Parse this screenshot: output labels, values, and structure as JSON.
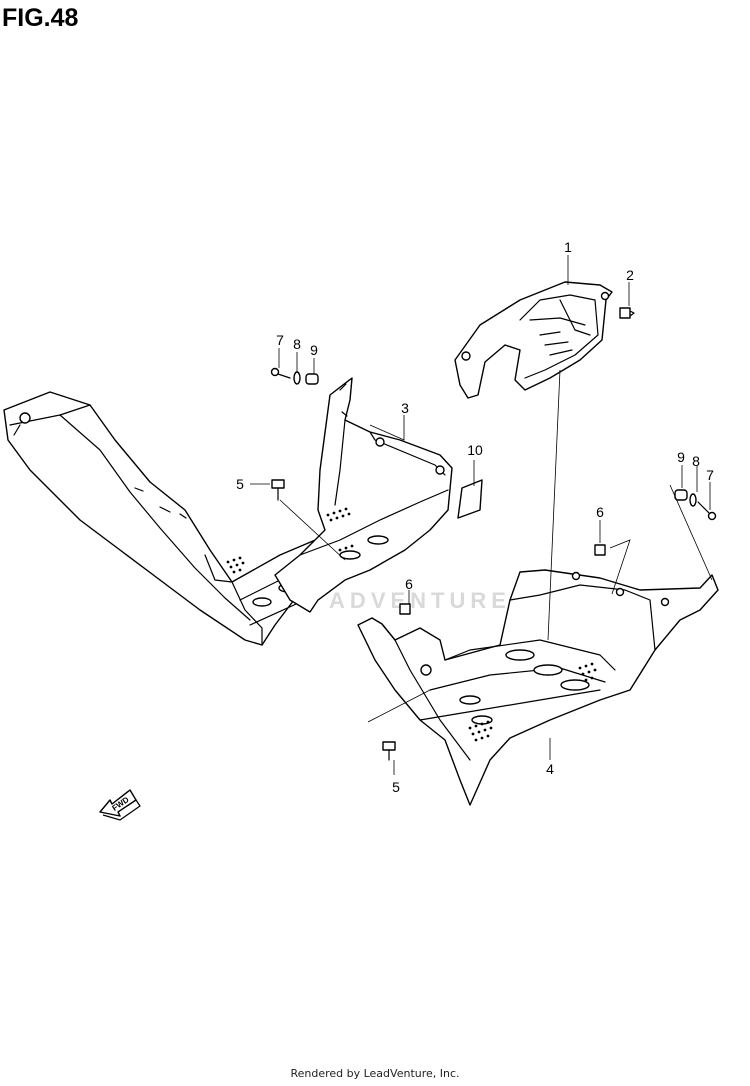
{
  "figure": {
    "title": "FIG.48",
    "footer": "Rendered by LeadVenture, Inc.",
    "watermark": "ADVENTURE"
  },
  "callouts": [
    {
      "id": "c-1",
      "label": "1"
    },
    {
      "id": "c-2",
      "label": "2"
    },
    {
      "id": "c-3",
      "label": "3"
    },
    {
      "id": "c-4",
      "label": "4"
    },
    {
      "id": "c-5a",
      "label": "5"
    },
    {
      "id": "c-5b",
      "label": "5"
    },
    {
      "id": "c-6a",
      "label": "6"
    },
    {
      "id": "c-6b",
      "label": "6"
    },
    {
      "id": "c-7a",
      "label": "7"
    },
    {
      "id": "c-7b",
      "label": "7"
    },
    {
      "id": "c-8a",
      "label": "8"
    },
    {
      "id": "c-8b",
      "label": "8"
    },
    {
      "id": "c-9a",
      "label": "9"
    },
    {
      "id": "c-9b",
      "label": "9"
    },
    {
      "id": "c-10",
      "label": "10"
    }
  ],
  "direction_arrow": {
    "label": "FWD"
  },
  "colors": {
    "line": "#000000",
    "background": "#ffffff",
    "watermark": "#d9d9d9"
  }
}
